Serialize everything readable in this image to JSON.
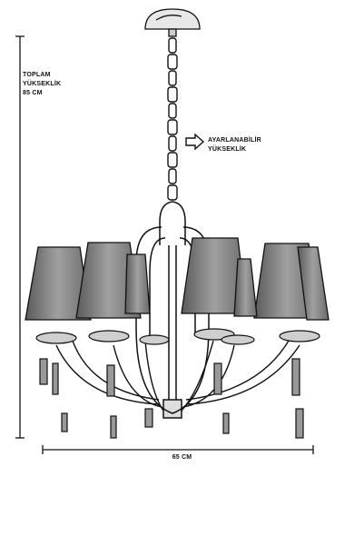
{
  "dimensions": {
    "total_height_lines": [
      "TOPLAM",
      "YÜKSEKLİK",
      "85 CM"
    ],
    "adjustable_lines": [
      "AYARLANABİLİR",
      "YÜKSEKLİK"
    ],
    "width": "65 CM"
  },
  "colors": {
    "ink": "#111111",
    "background": "#ffffff",
    "shade_fill": "#8a8a8a"
  },
  "icons": {
    "adjustable_arrow": "right-arrow-icon"
  }
}
